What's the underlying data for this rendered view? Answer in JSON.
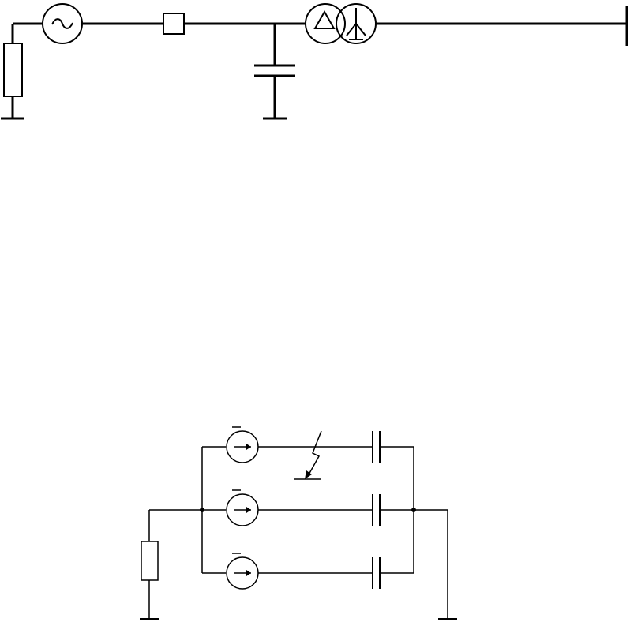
{
  "colors": {
    "stroke": "#000000",
    "background": "#ffffff"
  },
  "top_circuit": {
    "components": [
      {
        "id": "load-resistor",
        "icon": "resistor-icon"
      },
      {
        "id": "ground-left",
        "icon": "ground-icon"
      },
      {
        "id": "ac-source",
        "icon": "ac-source-icon"
      },
      {
        "id": "switch-box",
        "icon": "square-box-icon"
      },
      {
        "id": "shunt-capacitor",
        "icon": "capacitor-icon"
      },
      {
        "id": "ground-capacitor",
        "icon": "ground-icon"
      },
      {
        "id": "transformer",
        "icon": "delta-wye-transformer-icon"
      },
      {
        "id": "busbar",
        "icon": "busbar-icon"
      }
    ]
  },
  "bottom_circuit": {
    "components": [
      {
        "id": "load-resistor",
        "icon": "resistor-icon"
      },
      {
        "id": "current-source-a",
        "icon": "current-source-icon"
      },
      {
        "id": "current-source-b",
        "icon": "current-source-icon"
      },
      {
        "id": "current-source-c",
        "icon": "current-source-icon"
      },
      {
        "id": "fault-arrow",
        "icon": "lightning-fault-icon"
      },
      {
        "id": "capacitor-a",
        "icon": "capacitor-icon"
      },
      {
        "id": "capacitor-b",
        "icon": "capacitor-icon"
      },
      {
        "id": "capacitor-c",
        "icon": "capacitor-icon"
      },
      {
        "id": "ground-left",
        "icon": "ground-icon"
      },
      {
        "id": "ground-right",
        "icon": "ground-icon"
      }
    ]
  }
}
